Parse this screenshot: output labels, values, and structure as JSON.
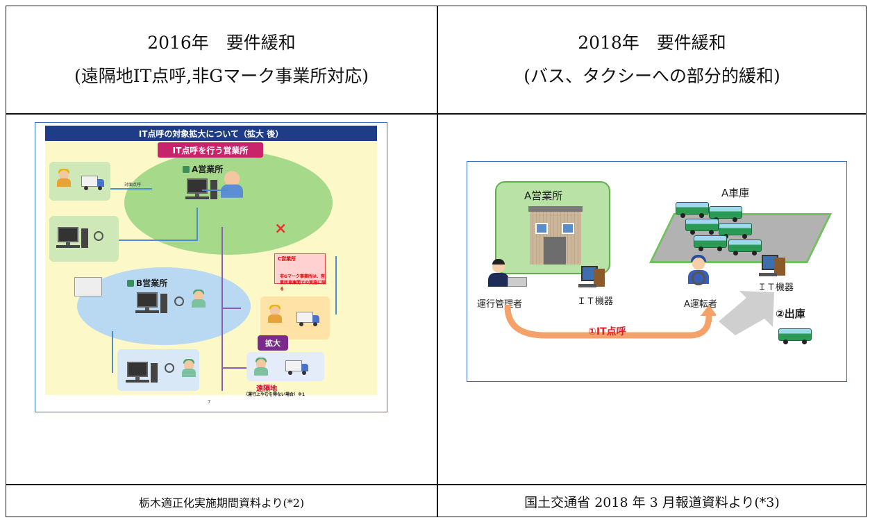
{
  "header": {
    "left": {
      "line1": "2016年　要件緩和",
      "line2": "(遠隔地IT点呼,非Gマーク事業所対応)"
    },
    "right": {
      "line1": "2018年　要件緩和",
      "line2": "(バス、タクシーへの部分的緩和)"
    }
  },
  "left_figure": {
    "title": "IT点呼の対象拡大について（拡大 後）",
    "subtitle": "IT点呼を行う営業所",
    "office_a": "A営業所",
    "office_b": "B営業所",
    "office_c": "C営業所",
    "face_to_face": "対面点呼",
    "no_gmark": "非Gマーク事業所は、営業所車庫間での実施に限る",
    "expand": "拡大",
    "remote": "遠隔地",
    "remote_note": "（運行上やむを得ない場合）※1",
    "page_number": "7"
  },
  "right_figure": {
    "office_label": "A営業所",
    "garage_label": "A車庫",
    "manager_label": "運行管理者",
    "it_device_1": "ＩＴ機器",
    "it_device_2": "ＩＴ機器",
    "driver_label": "A運転者",
    "it_rollcall": "①IT点呼",
    "departure": "②出庫"
  },
  "captions": {
    "left": "栃木適正化実施期間資料より(*2)",
    "right": "国土交通省 2018 年 3 月報道資料より(*3)"
  },
  "colors": {
    "title_bar": "#1f3c88",
    "subtitle_bar": "#c8246c",
    "green_area": "#b8e2a6",
    "arrow_orange": "#f5a26a",
    "rollcall_red": "#e0202a"
  }
}
